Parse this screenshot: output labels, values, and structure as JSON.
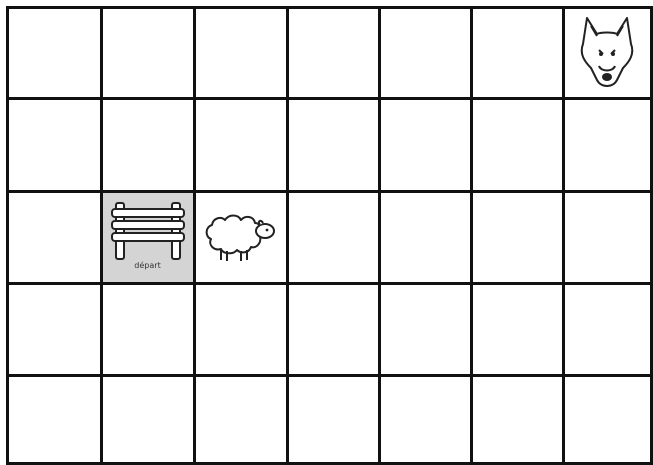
{
  "board": {
    "rows": 5,
    "cols": 7,
    "start_cell": {
      "row": 2,
      "col": 1
    },
    "start_label": "départ",
    "start_color": "#d4d4d4",
    "line_color": "#111111"
  },
  "pieces": [
    {
      "name": "fence-icon",
      "row": 2,
      "col": 1
    },
    {
      "name": "sheep-icon",
      "row": 2,
      "col": 2
    },
    {
      "name": "wolf-icon",
      "row": 0,
      "col": 6
    }
  ]
}
